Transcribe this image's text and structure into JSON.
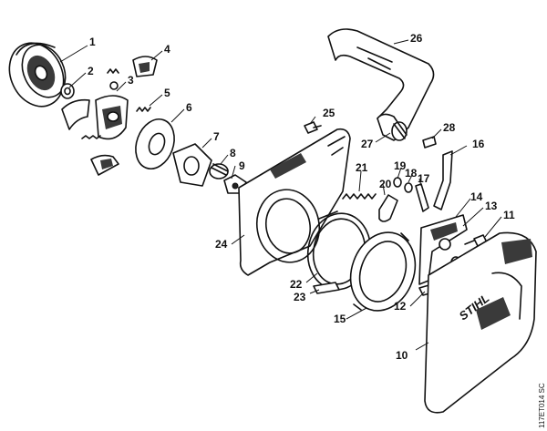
{
  "callouts": {
    "c1": "1",
    "c2": "2",
    "c3": "3",
    "c4": "4",
    "c5": "5",
    "c6": "6",
    "c7": "7",
    "c8": "8",
    "c9": "9",
    "c10": "10",
    "c11": "11",
    "c12": "12",
    "c13": "13",
    "c14": "14",
    "c15": "15",
    "c16": "16",
    "c17": "17",
    "c18": "18",
    "c19": "19",
    "c20": "20",
    "c21": "21",
    "c22": "22",
    "c23": "23",
    "c24": "24",
    "c25": "25",
    "c26": "26",
    "c27": "27",
    "c28": "28"
  },
  "brand_mark": "STIHL",
  "drawing_code": "117ET014 SC"
}
